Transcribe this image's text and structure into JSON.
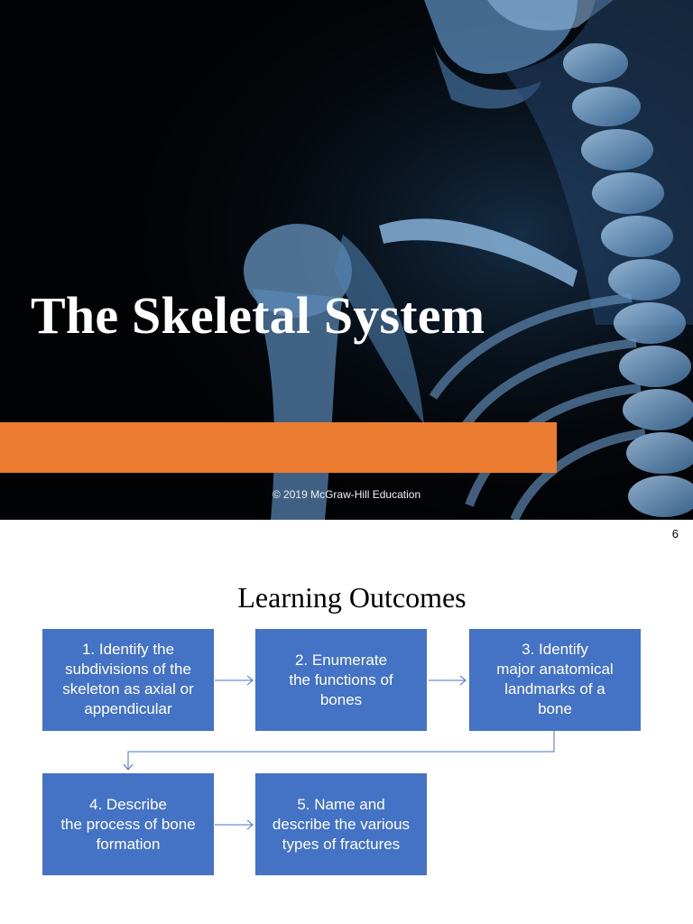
{
  "slide1": {
    "title": "The Skeletal System",
    "copyright": "© 2019 McGraw-Hill Education",
    "colors": {
      "background": "#020305",
      "accent_bar": "#ec7c30",
      "bone": "#6f9ecb"
    }
  },
  "slide2": {
    "page_number": "6",
    "title": "Learning Outcomes",
    "box_color": "#4472c4",
    "outcomes": [
      {
        "text": "1.          Identify the\nsubdivisions of the\nskeleton  as axial or\nappendicular"
      },
      {
        "text": "2.          Enumerate\nthe functions of\nbones"
      },
      {
        "text": "3.          Identify\nmajor anatomical\nlandmarks of a\nbone"
      },
      {
        "text": "4.          Describe\nthe process of bone\nformation"
      },
      {
        "text": "5.          Name and\ndescribe the various\ntypes of  fractures"
      }
    ]
  }
}
